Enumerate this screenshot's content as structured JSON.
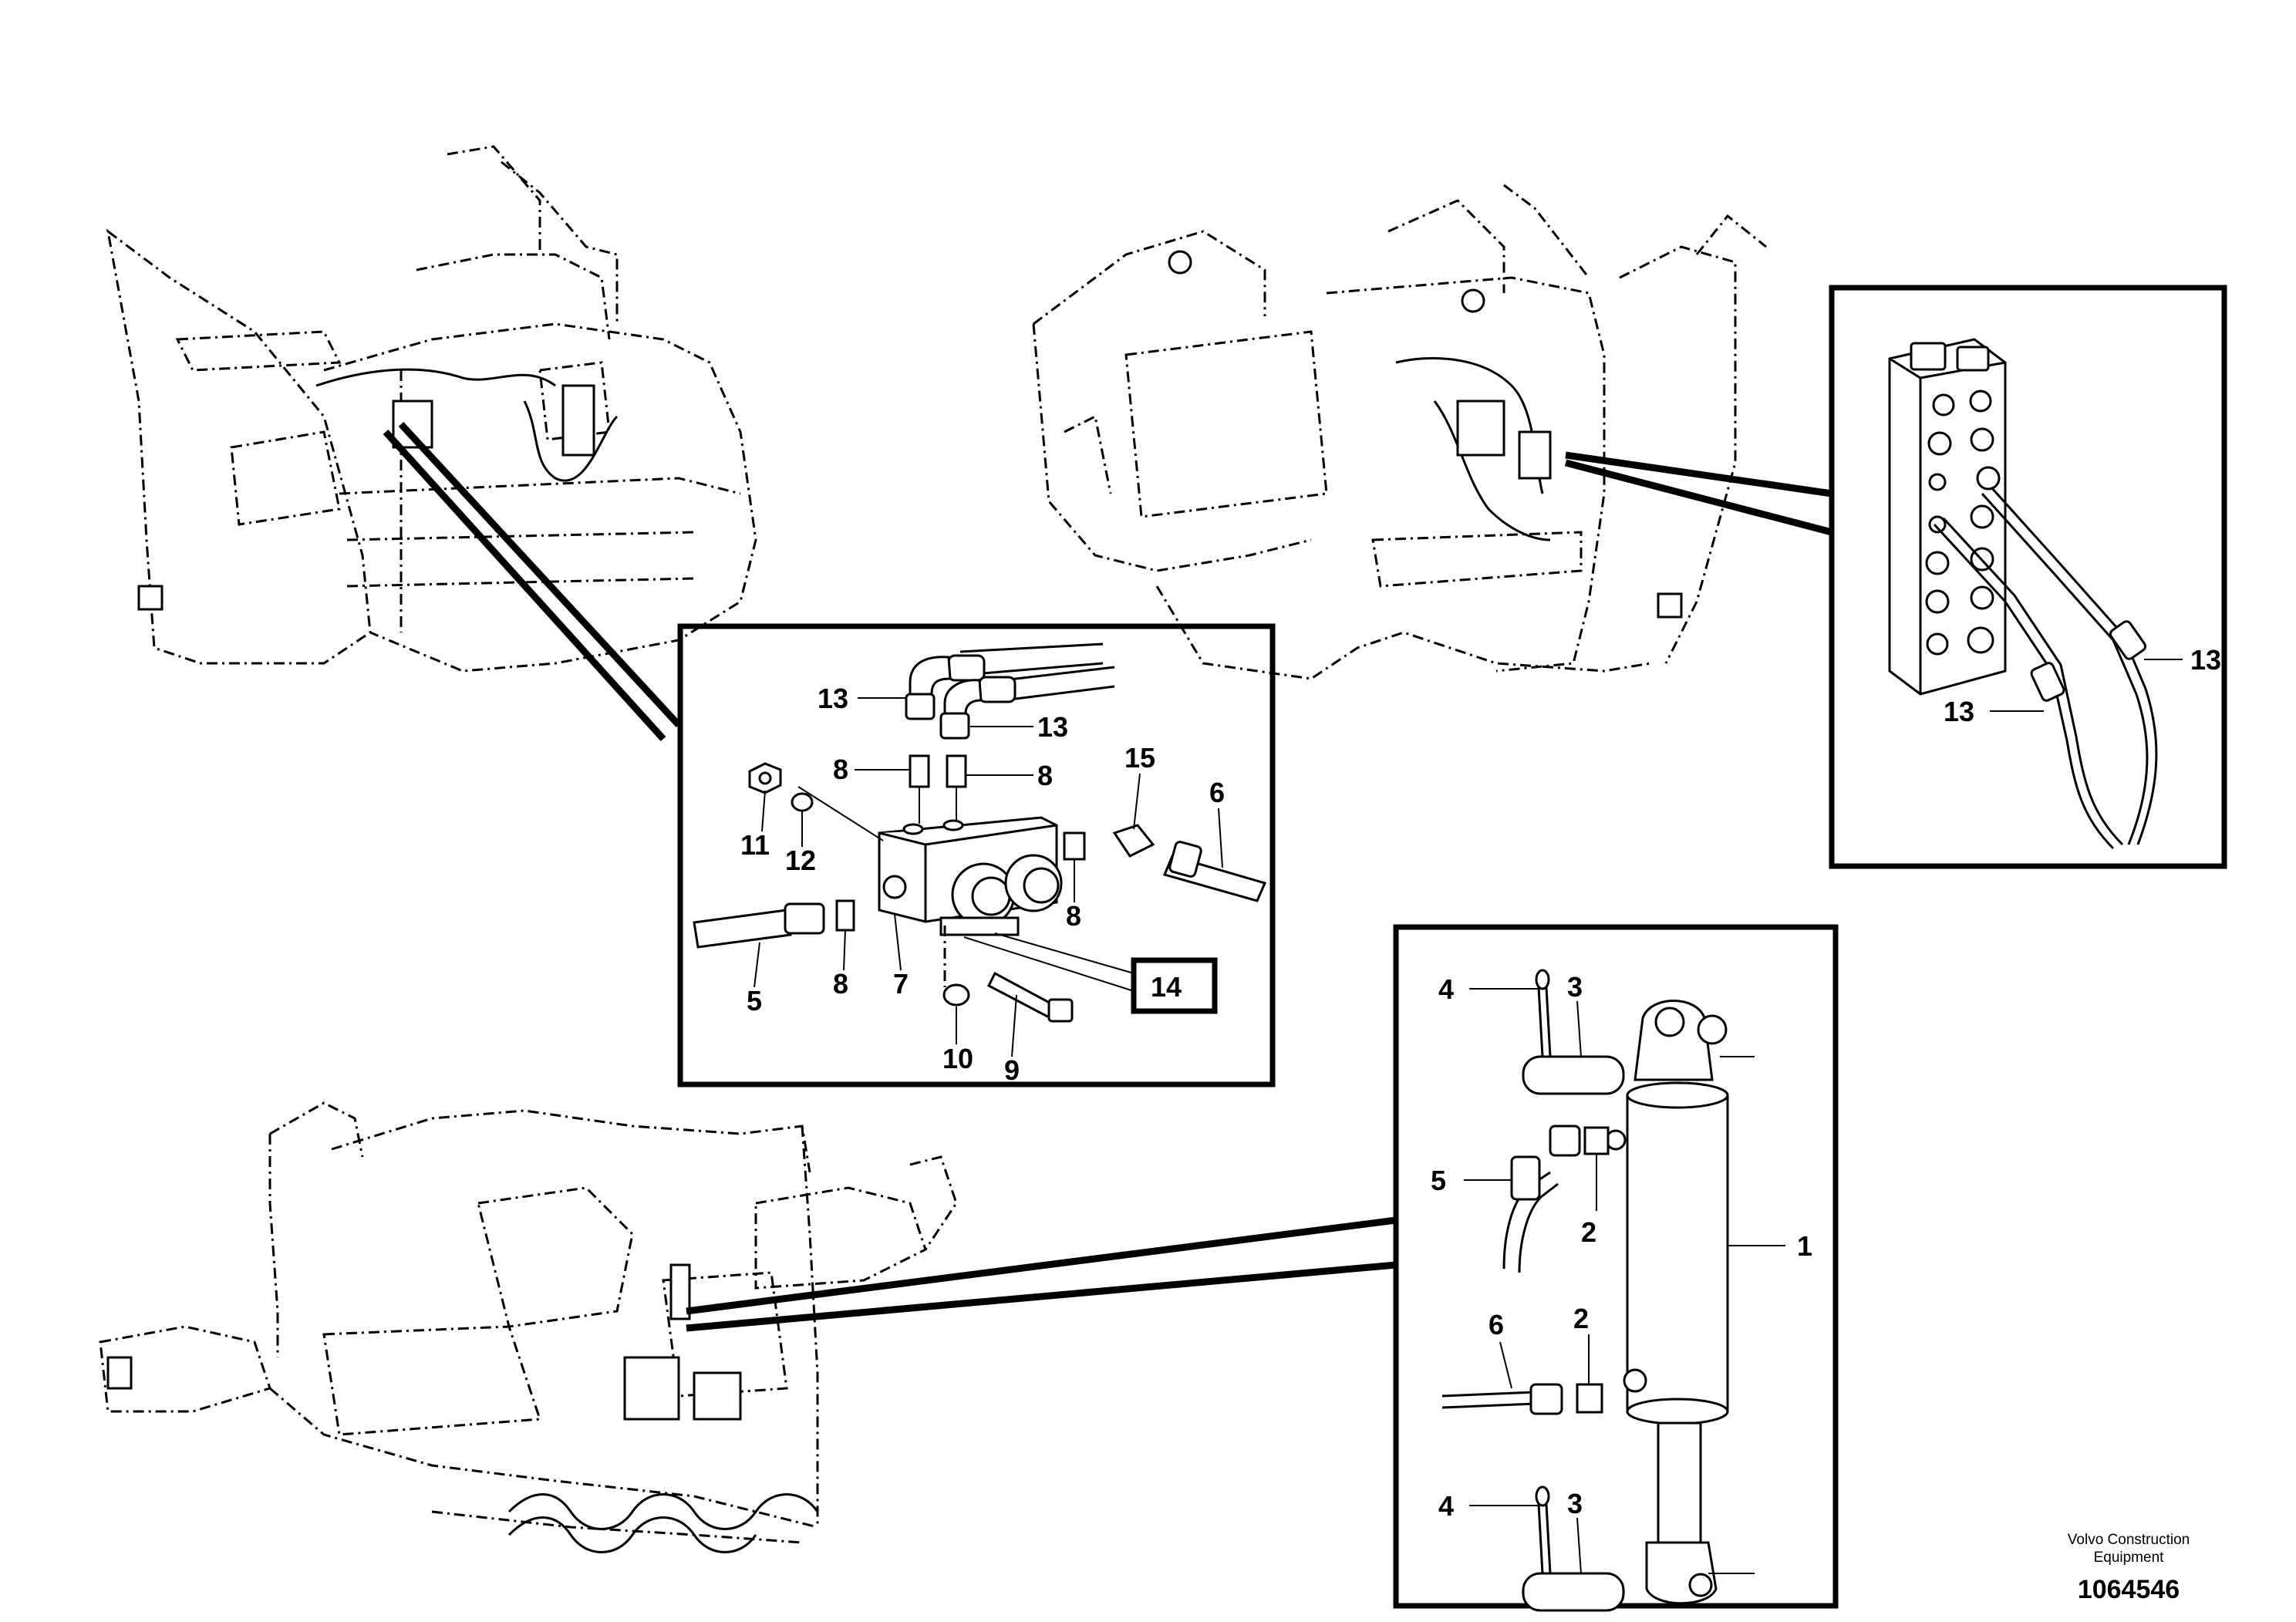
{
  "callouts": {
    "c1": "1",
    "c2a": "2",
    "c2b": "2",
    "c3a": "3",
    "c3b": "3",
    "c4a": "4",
    "c4b": "4",
    "c5a": "5",
    "c5b": "5",
    "c6a": "6",
    "c6b": "6",
    "c7": "7",
    "c8a": "8",
    "c8b": "8",
    "c8c": "8",
    "c8d": "8",
    "c9": "9",
    "c10": "10",
    "c11": "11",
    "c12": "12",
    "c13a": "13",
    "c13b": "13",
    "c13c": "13",
    "c13d": "13",
    "c14": "14",
    "c15": "15"
  },
  "footer": {
    "brand_line1": "Volvo Construction",
    "brand_line2": "Equipment",
    "document_number": "1064546"
  }
}
